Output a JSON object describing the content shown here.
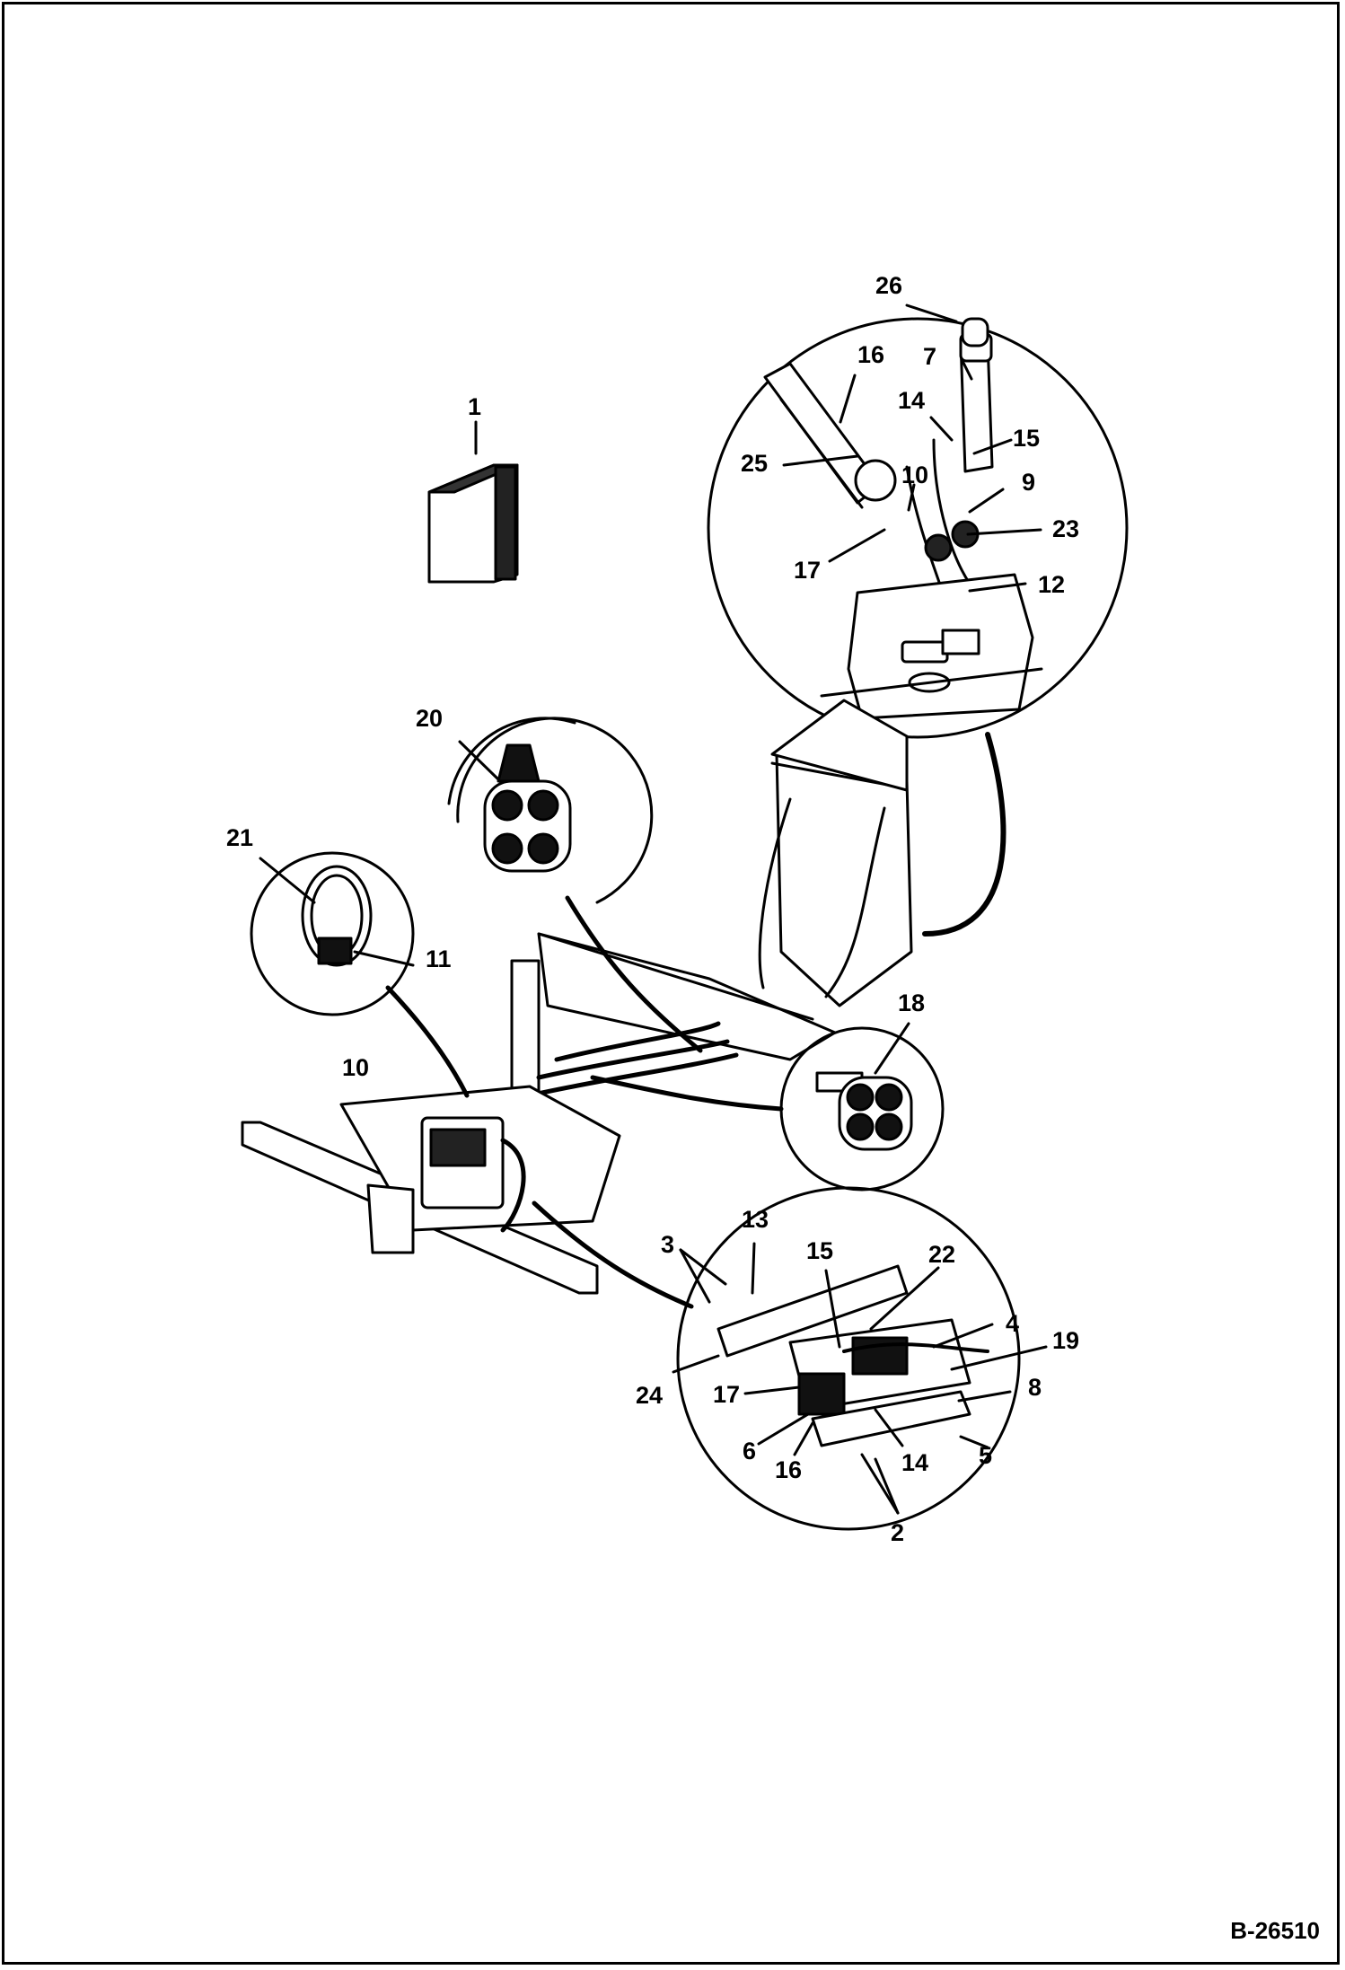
{
  "figure_id": "B-26510",
  "callouts": {
    "c1": "1",
    "c26": "26",
    "c16a": "16",
    "c7": "7",
    "c14a": "14",
    "c15a": "15",
    "c25": "25",
    "c10a": "10",
    "c9": "9",
    "c23": "23",
    "c17a": "17",
    "c12": "12",
    "c20": "20",
    "c21": "21",
    "c11": "11",
    "c10b": "10",
    "c18": "18",
    "c3": "3",
    "c13": "13",
    "c15b": "15",
    "c22": "22",
    "c4": "4",
    "c19": "19",
    "c8": "8",
    "c24": "24",
    "c17b": "17",
    "c6": "6",
    "c16b": "16",
    "c14b": "14",
    "c5": "5",
    "c2": "2"
  },
  "colors": {
    "line": "#000000",
    "background": "#ffffff"
  }
}
